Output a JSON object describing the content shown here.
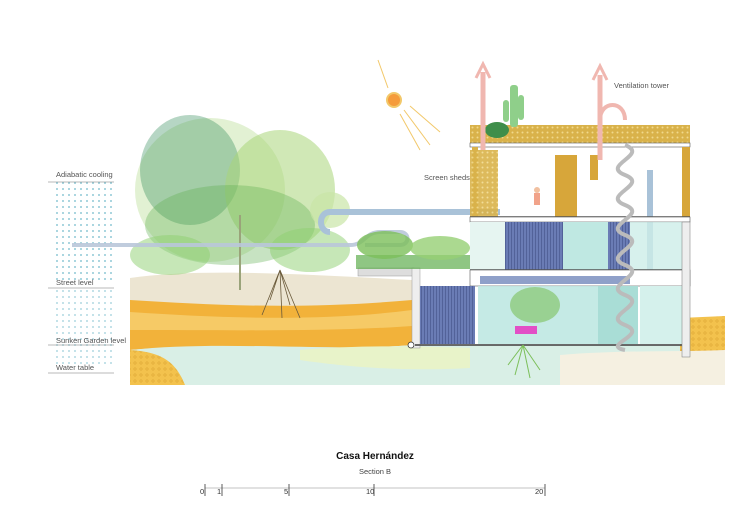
{
  "title": "Casa Hernández",
  "subtitle": "Section B",
  "labels": {
    "adiabatic_cooling": "Adiabatic cooling",
    "street_level": "Street level",
    "sunken_garden_level": "Sunken Garden level",
    "water_table": "Water table",
    "screen_sheds": "Screen sheds",
    "ventilation_tower": "Ventilation tower"
  },
  "scale_bar": {
    "ticks": [
      "0",
      "1",
      "5",
      "10",
      "20"
    ]
  },
  "colors": {
    "soil_orange": "#f2b23a",
    "soil_light": "#f6e7bf",
    "ground_cream": "#e9e2cf",
    "water_green": "#cfeee4",
    "duct_blue": "#a9c2d8",
    "arrow_pink": "#f0b7b0",
    "louver_blue": "#5c6fa8",
    "glass_teal": "#bfe8e2",
    "mustard": "#d7a63a",
    "tree_green": "#7cbf5a"
  }
}
